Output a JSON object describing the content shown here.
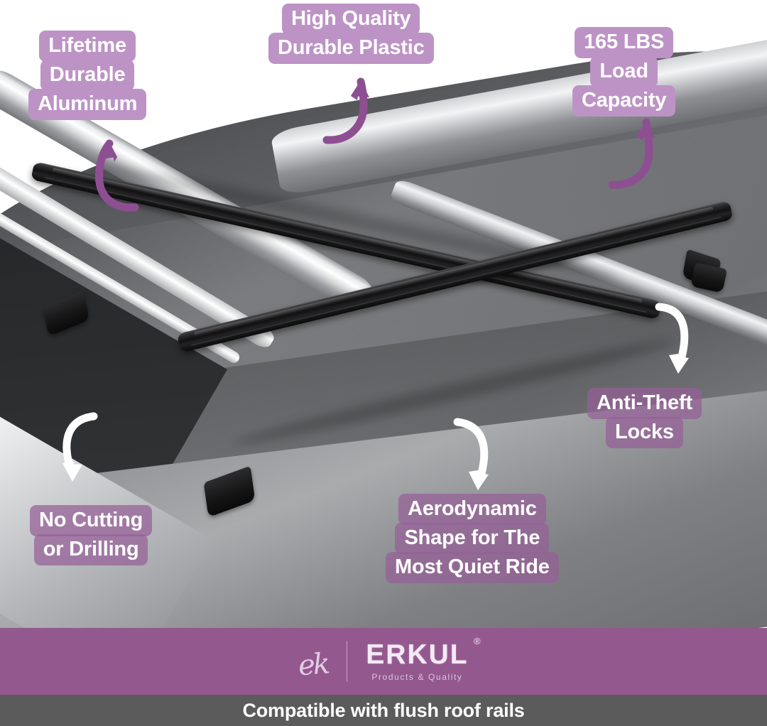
{
  "product_image": {
    "alt": "Silver car roof with two black aerodynamic cross bars mounted on flush roof rails",
    "background_color": "#ffffff",
    "roof_color": "#6d6e71",
    "crossbar_color": "#121213",
    "rail_color": "#e9eaec"
  },
  "accent_colors": {
    "label_purple": "#bd93c6",
    "label_translucent_purple": "rgba(150,96,152,0.72)",
    "arrow_purple": "#8e4f92",
    "arrow_white": "#ffffff",
    "brandbar_purple": "#93588e",
    "caption_gray": "#5b5b5b"
  },
  "callouts": [
    {
      "id": "lifetime-durable-aluminum",
      "lines": [
        "Lifetime",
        "Durable",
        "Aluminum"
      ],
      "style": "solid",
      "arrow": "purple-curve-up"
    },
    {
      "id": "high-quality-durable-plastic",
      "lines": [
        "High Quality",
        "Durable Plastic"
      ],
      "style": "solid",
      "arrow": "purple-curve-up"
    },
    {
      "id": "load-capacity",
      "lines": [
        "165 LBS",
        "Load",
        "Capacity"
      ],
      "style": "solid",
      "arrow": "purple-curve-up"
    },
    {
      "id": "anti-theft-locks",
      "lines": [
        "Anti-Theft",
        "Locks"
      ],
      "style": "translucent",
      "arrow": "white-curve-down"
    },
    {
      "id": "no-cutting-or-drilling",
      "lines": [
        "No Cutting",
        "or Drilling"
      ],
      "style": "translucent",
      "arrow": "white-curve-down"
    },
    {
      "id": "aerodynamic-shape",
      "lines": [
        "Aerodynamic",
        "Shape for The",
        "Most Quiet Ride"
      ],
      "style": "translucent",
      "arrow": "white-curve-down"
    }
  ],
  "brand": {
    "monogram": "ek",
    "name": "ERKUL",
    "registered_mark": "®",
    "tagline": "Products & Quality"
  },
  "caption": {
    "text": "Compatible with flush roof rails"
  }
}
